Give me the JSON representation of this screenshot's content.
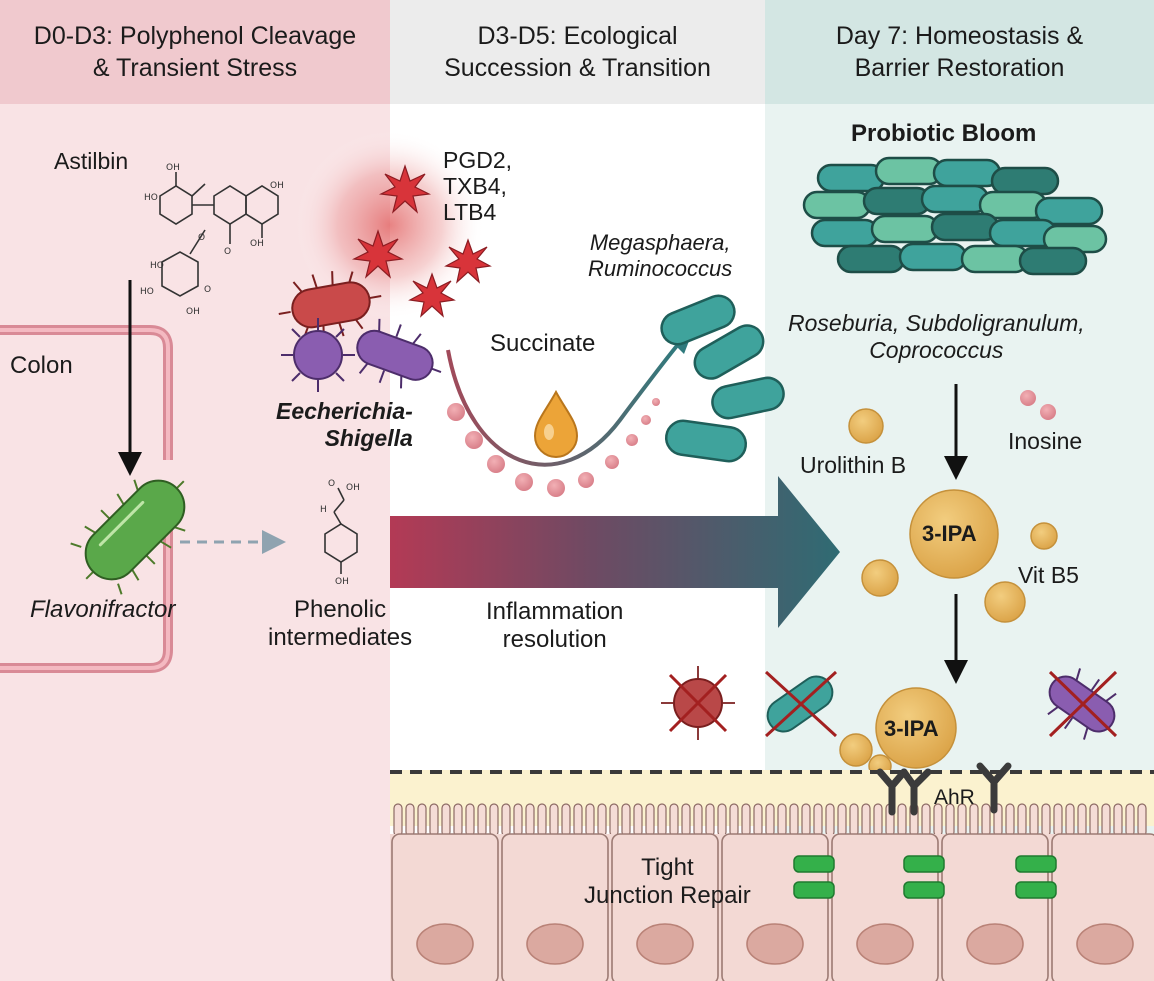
{
  "headers": {
    "phase1": [
      "D0-D3: Polyphenol Cleavage",
      "& Transient Stress"
    ],
    "phase2": [
      "D3-D5: Ecological",
      "Succession & Transition"
    ],
    "phase3": [
      "Day 7: Homeostasis &",
      "Barrier Restoration"
    ]
  },
  "labels": {
    "astilbin": "Astilbin",
    "colon": "Colon",
    "flavonifractor": "Flavonifractor",
    "phenolic": [
      "Phenolic",
      "intermediates"
    ],
    "mediators": [
      "PGD2,",
      "TXB4,",
      "LTB4"
    ],
    "escherichia": [
      "Eecherichia-",
      "Shigella"
    ],
    "succinate": "Succinate",
    "megasphaera": [
      "Megasphaera,",
      "Ruminococcus"
    ],
    "inflammation": [
      "Inflammation",
      "resolution"
    ],
    "probiotic_bloom": "Probiotic Bloom",
    "roseburia": [
      "Roseburia, Subdoligranulum,",
      "Coprococcus"
    ],
    "urolithin": "Urolithin B",
    "inosine": "Inosine",
    "ipa_top": "3-IPA",
    "ipa_bottom": "3-IPA",
    "vitb5": "Vit B5",
    "ahr": "AhR",
    "tight_junction": [
      "Tight",
      "Junction Repair"
    ]
  },
  "colors": {
    "phase1_bg": "#f9e3e5",
    "phase1_header": "#f0c9ce",
    "phase2_header": "#ececec",
    "phase3_bg": "#e9f3f1",
    "phase3_header": "#d3e6e3",
    "pathogen_red": "#c94a4a",
    "pathogen_purple": "#8a5db0",
    "commensal_teal": "#3fa39c",
    "metabolite_gold": "#e8b75e",
    "epithelium": "#f3d9d4"
  }
}
